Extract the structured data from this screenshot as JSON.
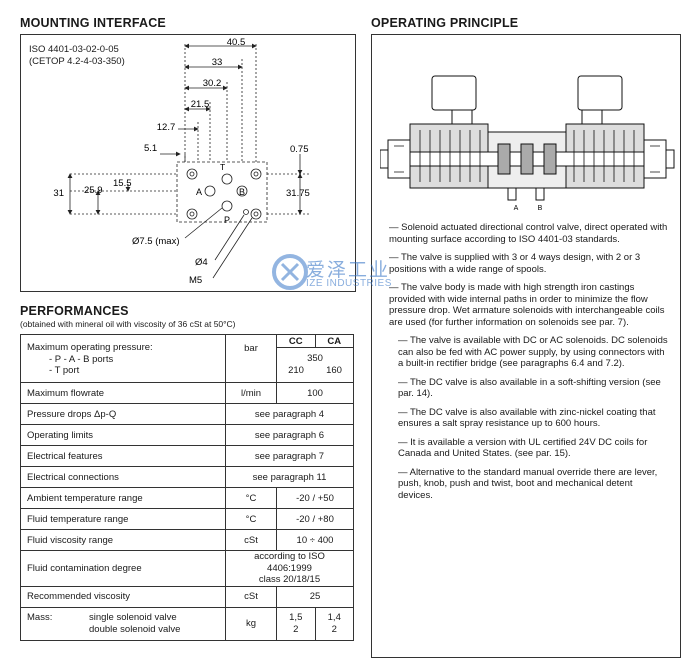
{
  "mounting": {
    "title": "MOUNTING INTERFACE",
    "standard1": "ISO 4401-03-02-0-05",
    "standard2": "(CETOP 4.2-4-03-350)",
    "dims": {
      "d405": "40.5",
      "d33": "33",
      "d302": "30.2",
      "d215": "21.5",
      "d127": "12.7",
      "d51": "5.1",
      "d155": "15.5",
      "d259": "25.9",
      "d31": "31",
      "d075": "0.75",
      "d3175": "31.75",
      "hole75": "Ø7.5 (max)",
      "hole4": "Ø4",
      "m5": "M5"
    },
    "ports": {
      "t": "T",
      "a": "A",
      "b": "B",
      "p": "P"
    }
  },
  "operating": {
    "title": "OPERATING PRINCIPLE",
    "port_a": "A",
    "port_b": "B",
    "paragraphs": [
      "— Solenoid actuated directional control valve, direct operated with mounting surface according to ISO 4401-03 standards.",
      "— The valve is supplied with 3 or 4 ways design, with 2 or 3 positions with a wide range of spools.",
      "— The valve body is made with high strength iron castings provided with wide internal paths in order to minimize the flow pressure drop. Wet armature solenoids with interchangeable coils are used (for further information on solenoids see par. 7).",
      "— The valve is available with DC or AC solenoids. DC solenoids can also be fed with AC power supply, by using connectors with a built-in rectifier bridge (see paragraphs 6.4 and 7.2).",
      "— The DC valve is also available in a soft-shifting version (see par. 14).",
      "— The DC valve is also available with zinc-nickel coating that ensures a salt spray resistance up to 600 hours.",
      "— It is available a version with UL certified 24V DC coils for Canada and United States. (see par. 15).",
      "— Alternative to the standard manual override there are lever, push, knob, push and twist, boot and mechanical detent devices."
    ]
  },
  "watermark": {
    "cn": "爱泽工业",
    "en": "IZE INDUSTRIES"
  },
  "performances": {
    "title": "PERFORMANCES",
    "subtitle": "(obtained with mineral oil with viscosity of 36 cSt at 50°C)",
    "col_cc": "CC",
    "col_ca": "CA",
    "pressure_label": "Maximum operating pressure:",
    "pressure_sub1": "-  P - A - B ports",
    "pressure_sub2": "-  T port",
    "pressure_unit": "bar",
    "pressure_pab": "350",
    "pressure_t_cc": "210",
    "pressure_t_ca": "160",
    "rows": [
      {
        "label": "Maximum flowrate",
        "unit": "l/min",
        "value": "100"
      },
      {
        "label": "Pressure drops Δp-Q",
        "unit": "",
        "value": "see paragraph 4"
      },
      {
        "label": "Operating limits",
        "unit": "",
        "value": "see paragraph 6"
      },
      {
        "label": "Electrical features",
        "unit": "",
        "value": "see paragraph 7"
      },
      {
        "label": "Electrical connections",
        "unit": "",
        "value": "see paragraph 11"
      },
      {
        "label": "Ambient temperature range",
        "unit": "°C",
        "value": "-20 / +50"
      },
      {
        "label": "Fluid temperature range",
        "unit": "°C",
        "value": "-20 / +80"
      },
      {
        "label": "Fluid viscosity range",
        "unit": "cSt",
        "value": "10 ÷ 400"
      }
    ],
    "contamination_label": "Fluid contamination degree",
    "contamination_value1": "according to ISO 4406:1999",
    "contamination_value2": "class 20/18/15",
    "recommended_label": "Recommended viscosity",
    "recommended_unit": "cSt",
    "recommended_value": "25",
    "mass_label": "Mass:",
    "mass_single": "single solenoid valve",
    "mass_double": "double solenoid valve",
    "mass_unit": "kg",
    "mass_cc_single": "1,5",
    "mass_cc_double": "2",
    "mass_ca_single": "1,4",
    "mass_ca_double": "2"
  }
}
